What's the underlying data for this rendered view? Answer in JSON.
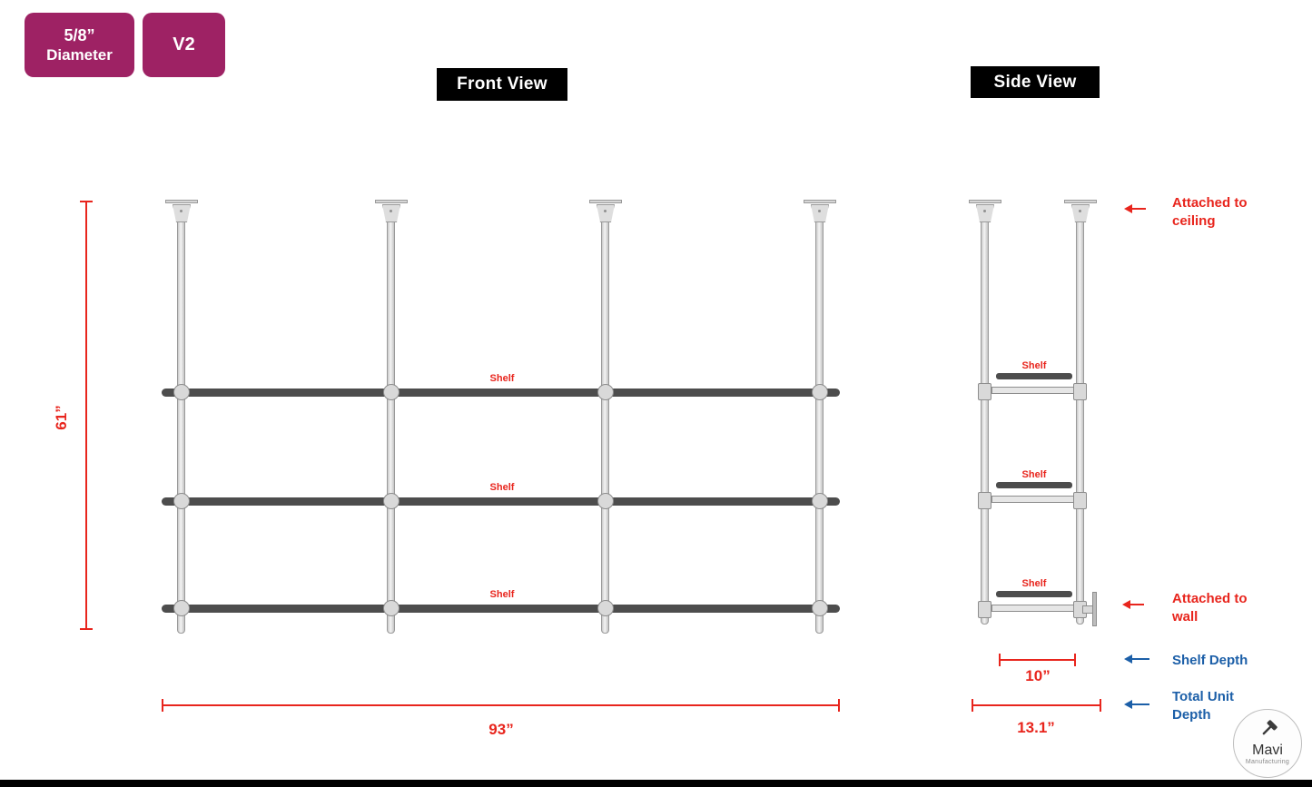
{
  "badges": {
    "diameter": {
      "line1": "5/8”",
      "line2": "Diameter"
    },
    "version": "V2"
  },
  "front_view": {
    "title": "Front View",
    "shelf_label": "Shelf",
    "height_dim": "61”",
    "width_dim": "93”"
  },
  "side_view": {
    "title": "Side View",
    "shelf_label": "Shelf",
    "shelf_depth_dim": "10”",
    "total_depth_dim": "13.1”"
  },
  "annotations": {
    "ceiling": "Attached to ceiling",
    "wall": "Attached to wall",
    "shelf_depth": "Shelf Depth",
    "total_depth": "Total Unit Depth"
  },
  "logo": {
    "name": "Mavi",
    "subtitle": "Manufacturing"
  },
  "colors": {
    "badge_purple": "#9e2264",
    "dimension_red": "#e8251d",
    "annotation_blue": "#1c5fa8",
    "shelf_dark": "#4d4d4d",
    "hardware_gray": "#d9d9d9",
    "title_black": "#000000"
  }
}
